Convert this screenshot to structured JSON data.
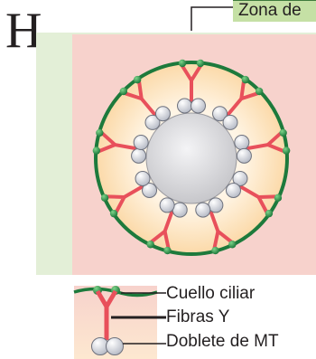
{
  "panel": {
    "letter": "H."
  },
  "callout": {
    "zone_label": "Zona de"
  },
  "legend": {
    "items": [
      {
        "label": "Cuello ciliar"
      },
      {
        "label": "Fibras Y"
      },
      {
        "label": "Doblete de MT"
      }
    ]
  },
  "colors": {
    "membrane": "#1d7a3c",
    "fiber": "#e8505b",
    "microtubule": "#c9ccd6",
    "lumen": "#cfcfd2",
    "cytoplasm": "#fde8c8"
  }
}
